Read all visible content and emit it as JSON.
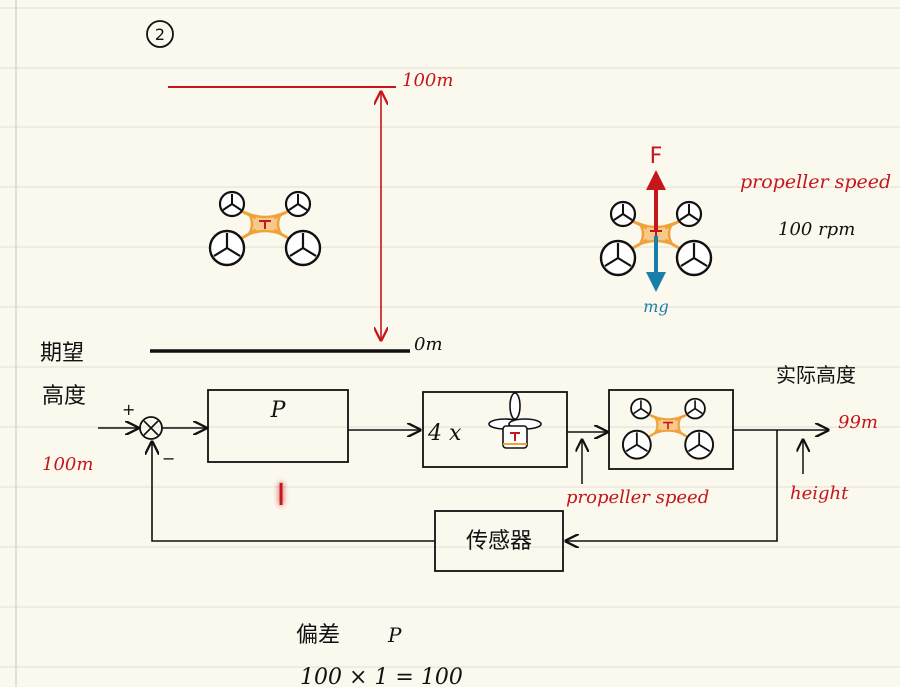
{
  "colors": {
    "paper": "#fbf8ee",
    "rule_lines": "#e2dfd2",
    "margin_line": "#c9c6ba",
    "ink": "#111111",
    "red_ink": "#c4161c",
    "blue_ink": "#1a7fa8",
    "drone_orange": "#f0a23a"
  },
  "header": {
    "circled_number": "2"
  },
  "scene": {
    "top_label": "100m",
    "bottom_label": "0m",
    "force_up_label": "F",
    "force_down_label": "mg",
    "propeller_speed_label": "propeller speed",
    "rpm_label": "100 rpm"
  },
  "block_diagram": {
    "input_label_line1": "期望",
    "input_label_line2": "高度",
    "input_value": "100m",
    "plus_sign": "+",
    "minus_sign": "−",
    "controller_label": "P",
    "integral_mark": "I",
    "actuator_label": "4 x",
    "output_label": "实际高度",
    "output_value": "99m",
    "propeller_annotation": "propeller speed",
    "height_annotation": "height",
    "sensor_label": "传感器"
  },
  "notes": {
    "error_label": "偏差",
    "p_label": "P",
    "equation": "100 × 1 = 100"
  }
}
